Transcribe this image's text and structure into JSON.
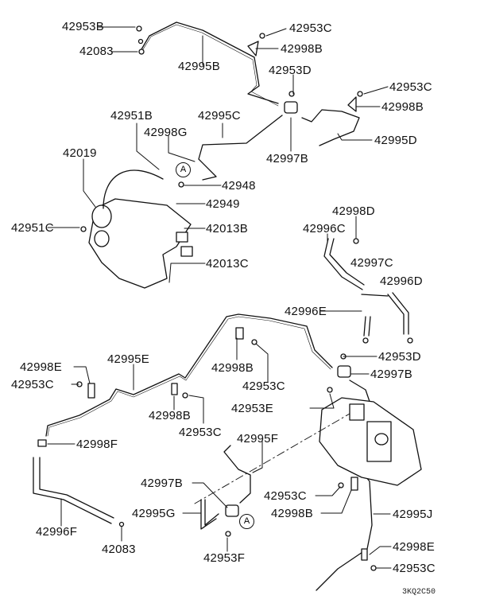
{
  "diagram_code": "3KQ2C50",
  "view_marker": "A",
  "labels": [
    {
      "text": "42953B"
    },
    {
      "text": "42083"
    },
    {
      "text": "42995B"
    },
    {
      "text": "42953C"
    },
    {
      "text": "42998B"
    },
    {
      "text": "42953D"
    },
    {
      "text": "42953C"
    },
    {
      "text": "42998B"
    },
    {
      "text": "42951B"
    },
    {
      "text": "42995C"
    },
    {
      "text": "42998G"
    },
    {
      "text": "42995D"
    },
    {
      "text": "42997B"
    },
    {
      "text": "42019"
    },
    {
      "text": "42948"
    },
    {
      "text": "42949"
    },
    {
      "text": "42951C"
    },
    {
      "text": "42013B"
    },
    {
      "text": "42013C"
    },
    {
      "text": "42998D"
    },
    {
      "text": "42996C"
    },
    {
      "text": "42997C"
    },
    {
      "text": "42996D"
    },
    {
      "text": "42996E"
    },
    {
      "text": "42953D"
    },
    {
      "text": "42997B"
    },
    {
      "text": "42995E"
    },
    {
      "text": "42998E"
    },
    {
      "text": "42953C"
    },
    {
      "text": "42998B"
    },
    {
      "text": "42953C"
    },
    {
      "text": "42953E"
    },
    {
      "text": "42998B"
    },
    {
      "text": "42953C"
    },
    {
      "text": "42998F"
    },
    {
      "text": "42995F"
    },
    {
      "text": "42997B"
    },
    {
      "text": "42953C"
    },
    {
      "text": "42998B"
    },
    {
      "text": "42995G"
    },
    {
      "text": "42995J"
    },
    {
      "text": "42996F"
    },
    {
      "text": "42083"
    },
    {
      "text": "42953F"
    },
    {
      "text": "42998E"
    },
    {
      "text": "42953C"
    }
  ]
}
